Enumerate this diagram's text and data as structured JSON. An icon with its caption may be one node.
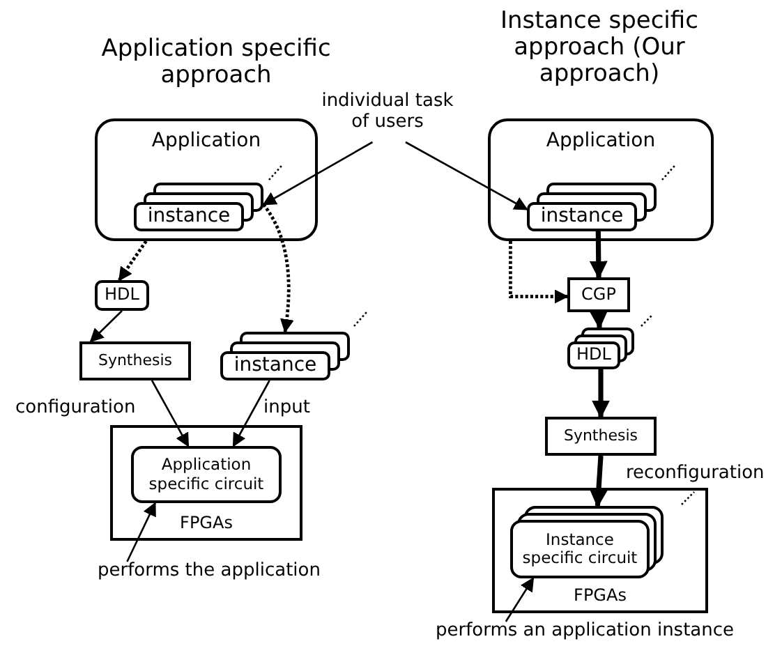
{
  "diagram": {
    "nodes": [
      {
        "text": [
          "Application"
        ]
      },
      {
        "text": [
          "instance"
        ],
        "in": 0
      },
      {
        "text": [
          "HDL"
        ]
      },
      {
        "text": [
          "Synthesis"
        ]
      },
      {
        "text": [
          "instance"
        ]
      },
      {
        "text": [
          "FPGAs"
        ]
      },
      {
        "text": [
          "Application specific circuit"
        ],
        "in": 5
      },
      {
        "text": [
          "performs the application"
        ]
      },
      {
        "text": [
          "individual task of users"
        ]
      },
      {
        "text": [
          "Application"
        ]
      },
      {
        "text": [
          "instance"
        ],
        "in": 9
      },
      {
        "text": [
          "CGP"
        ]
      },
      {
        "text": [
          "HDL"
        ]
      },
      {
        "text": [
          "Synthesis"
        ]
      },
      {
        "text": [
          "FPGAs"
        ]
      },
      {
        "text": [
          "Instance specific circuit"
        ],
        "in": 14
      },
      {
        "text": [
          "performs an application instance"
        ]
      }
    ],
    "edges": [
      {
        "from": 0,
        "to": 2,
        "arrow": "to",
        "style": "dashed"
      },
      {
        "from": 1,
        "to": 4,
        "arrow": "to",
        "style": "dashed"
      },
      {
        "from": 2,
        "to": 3,
        "arrow": "to"
      },
      {
        "from": 3,
        "to": 6,
        "arrow": "to",
        "label": "configuration"
      },
      {
        "from": 4,
        "to": 6,
        "arrow": "to",
        "label": "input"
      },
      {
        "from": 7,
        "to": 6,
        "arrow": "to"
      },
      {
        "from": 8,
        "to": 1,
        "arrow": "to"
      },
      {
        "from": 8,
        "to": 10,
        "arrow": "to"
      },
      {
        "from": 10,
        "to": 11,
        "arrow": "to",
        "style": "thick"
      },
      {
        "from": 9,
        "to": 11,
        "arrow": "to",
        "style": "dashed"
      },
      {
        "from": 11,
        "to": 12,
        "arrow": "to",
        "style": "thick"
      },
      {
        "from": 12,
        "to": 13,
        "arrow": "to",
        "style": "thick"
      },
      {
        "from": 13,
        "to": 15,
        "arrow": "to",
        "style": "thick",
        "label": "reconfiguration"
      },
      {
        "from": 16,
        "to": 15,
        "arrow": "to"
      }
    ],
    "labels": [
      "Application specific approach",
      "Instance specific approach (Our approach)"
    ]
  }
}
